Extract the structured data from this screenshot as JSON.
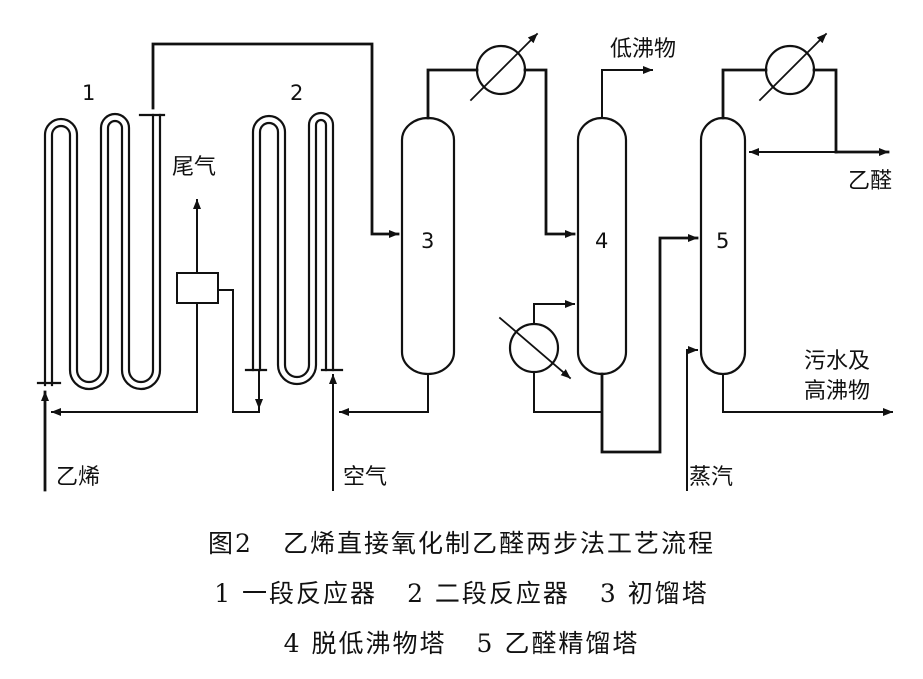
{
  "labels": {
    "reactor1_number": "1",
    "reactor2_number": "2",
    "column3_number": "3",
    "column4_number": "4",
    "column5_number": "5",
    "tail_gas": "尾气",
    "ethylene_feed": "乙烯",
    "air_feed": "空气",
    "low_boilers": "低沸物",
    "acetaldehyde_product": "乙醛",
    "waste_line1": "污水及",
    "waste_line2": "高沸物",
    "steam": "蒸汽"
  },
  "caption": {
    "title_number": "图2",
    "title_text": "乙烯直接氧化制乙醛两步法工艺流程",
    "legend_1": "1 一段反应器",
    "legend_2": "2 二段反应器",
    "legend_3": "3 初馏塔",
    "legend_4": "4 脱低沸物塔",
    "legend_5": "5 乙醛精馏塔"
  }
}
